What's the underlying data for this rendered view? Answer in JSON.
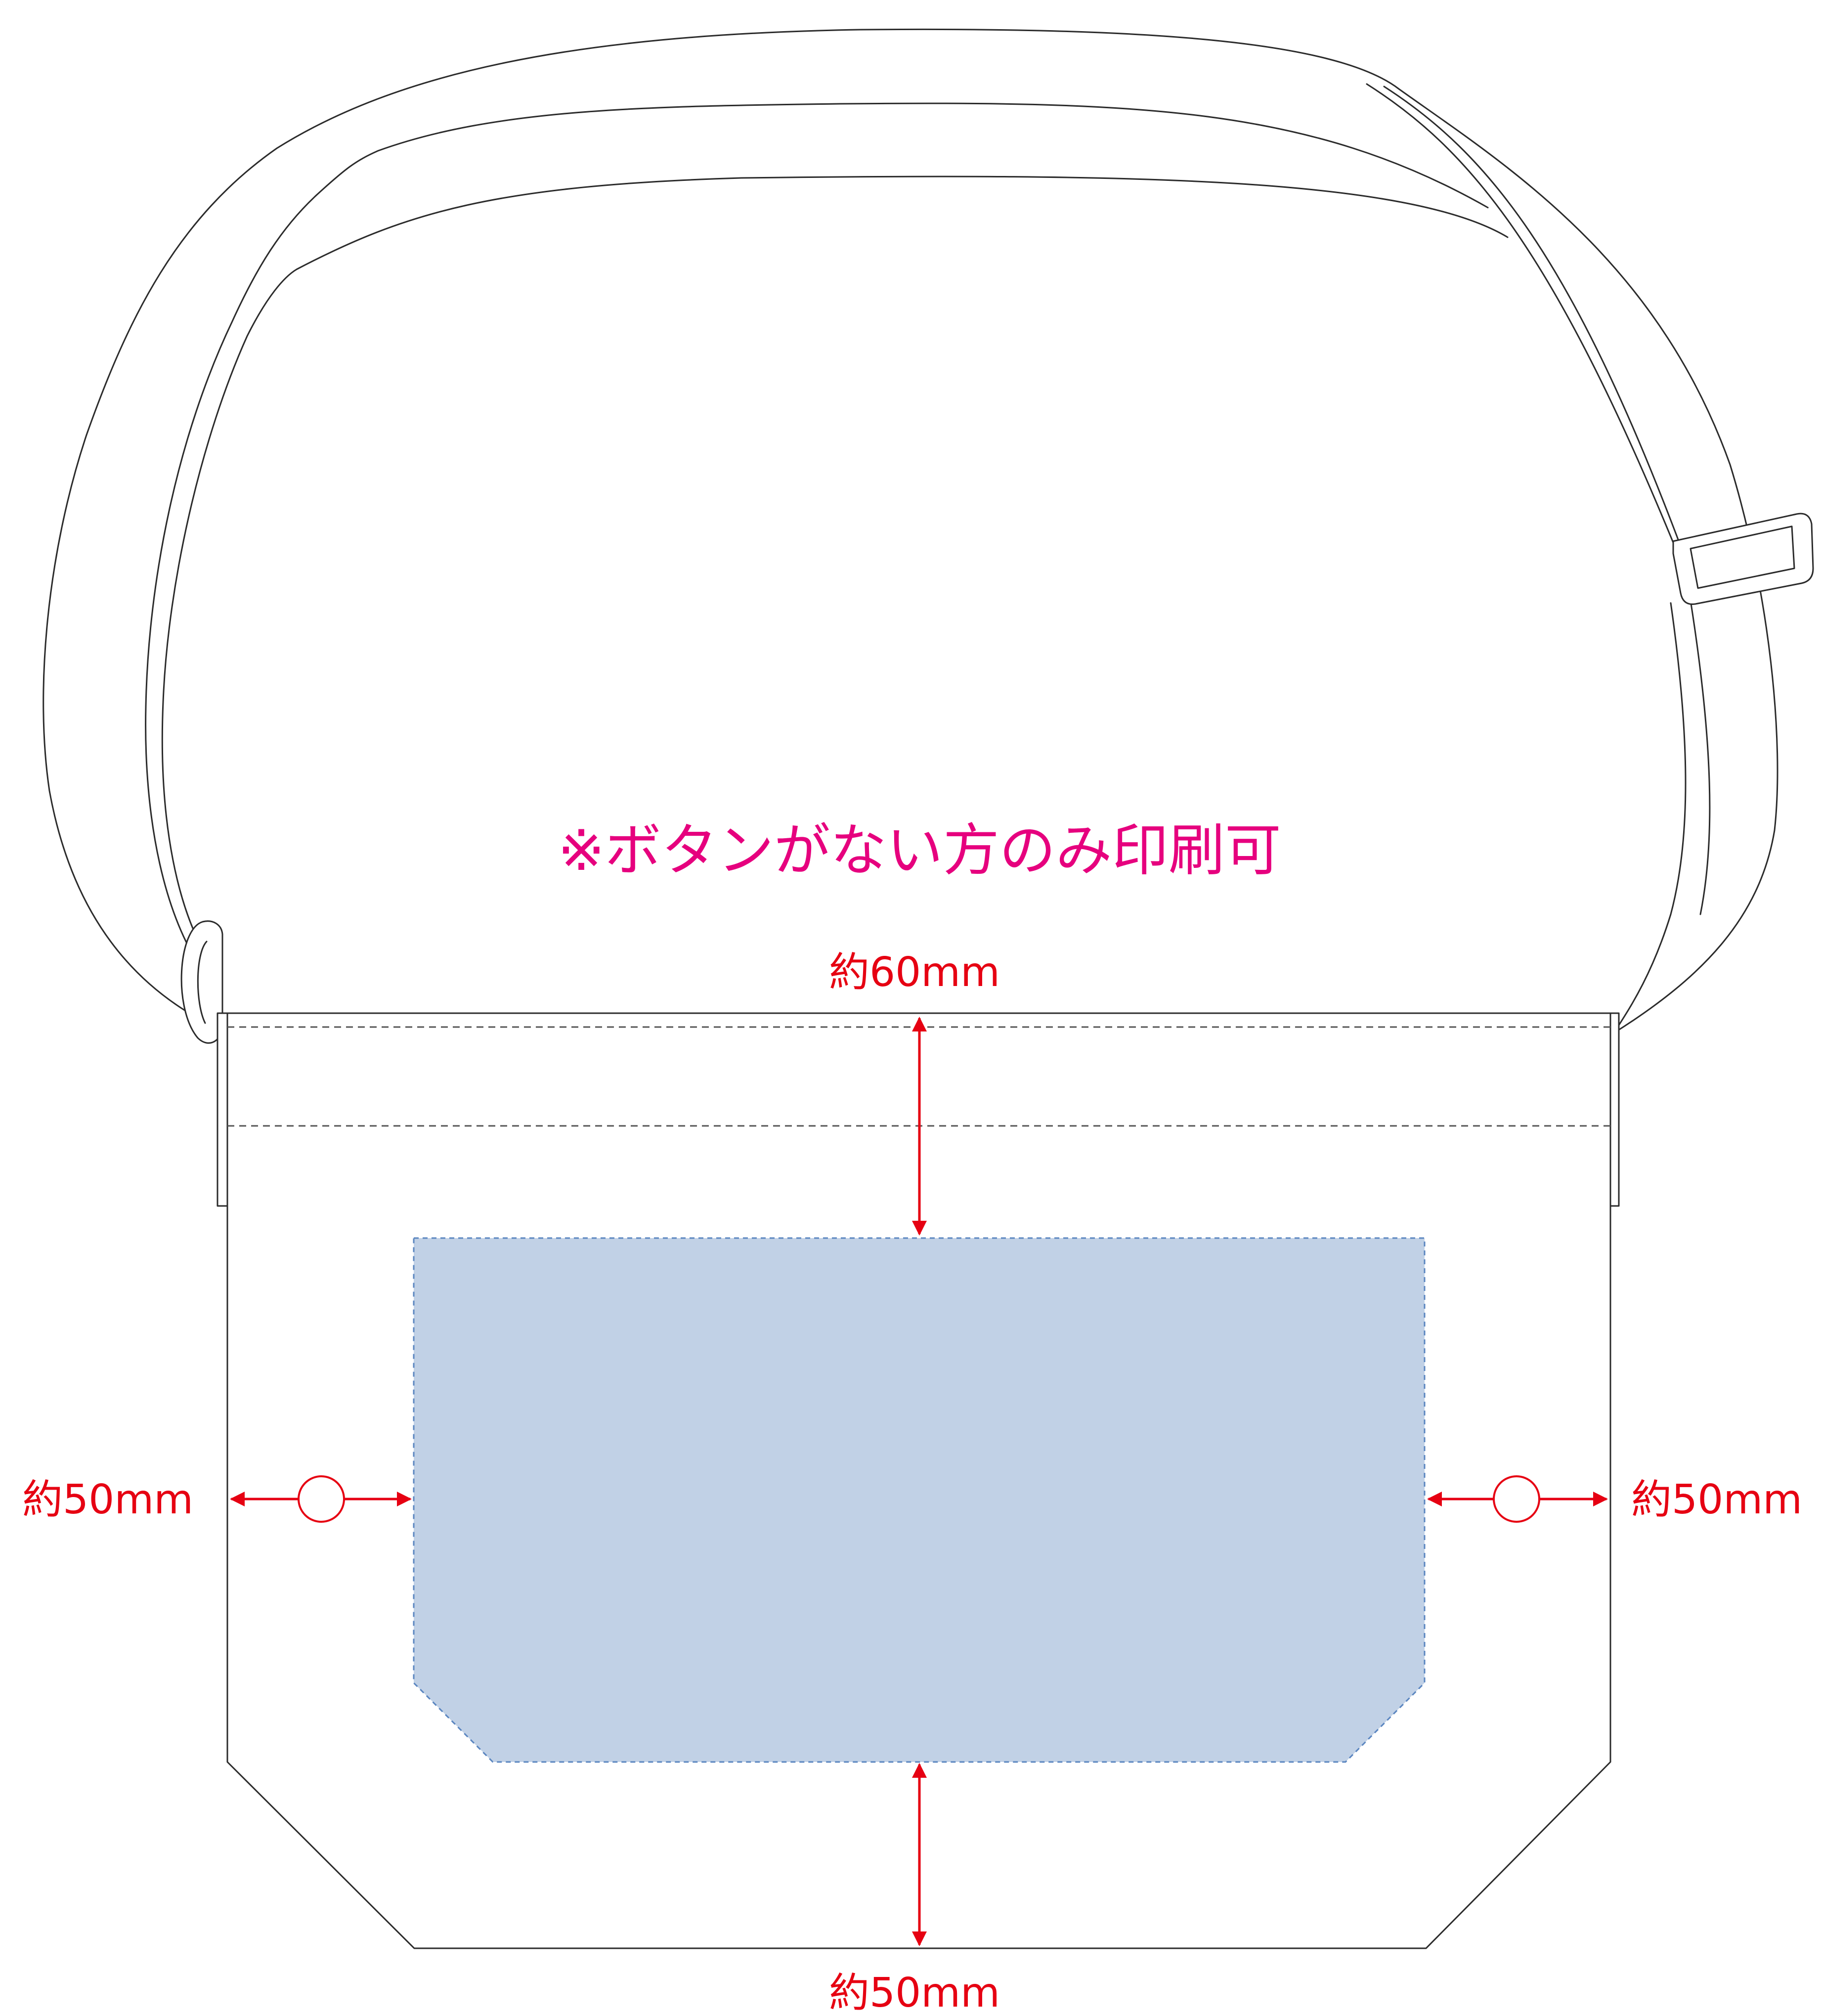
{
  "note": "※ボタンがない方のみ印刷可",
  "dimensions": {
    "top": "約60mm",
    "left": "約50mm",
    "right": "約50mm",
    "bottom": "約50mm"
  },
  "colors": {
    "note_text": "#e6007e",
    "dimension": "#e60012",
    "print_area_fill": "#c1d1e6",
    "print_area_stroke": "#5b86c0",
    "outline": "#2b2b2b"
  }
}
